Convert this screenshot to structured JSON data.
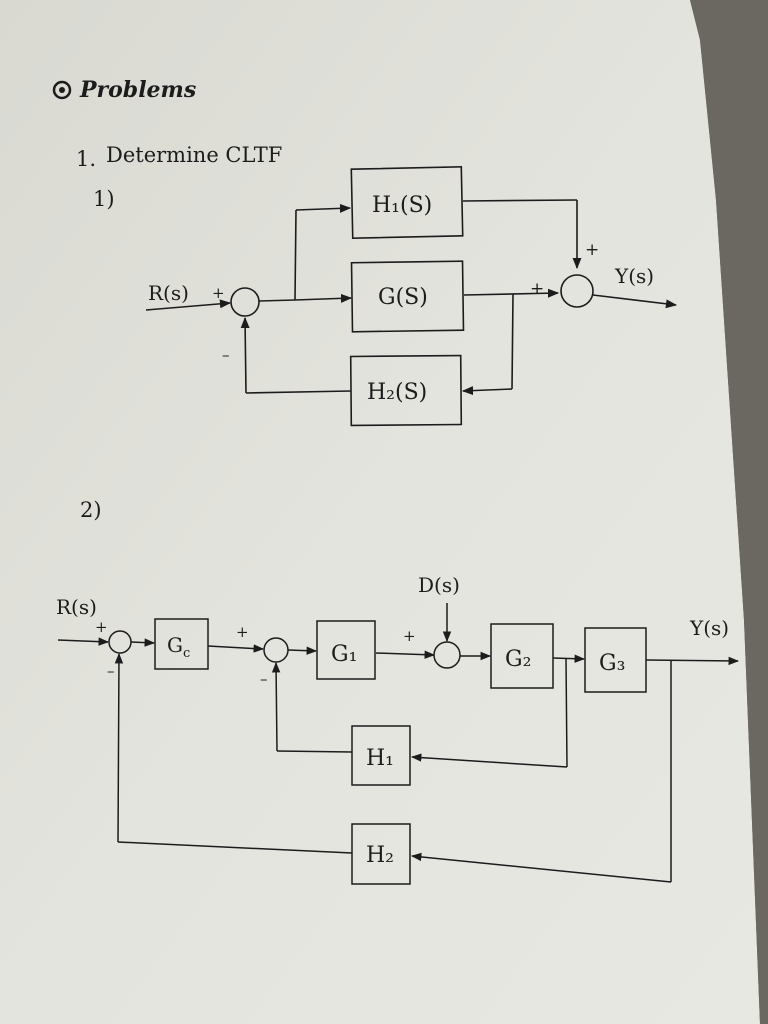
{
  "section": {
    "icon": "circled-dot-icon",
    "title": "Problems"
  },
  "problem": {
    "number": "1.",
    "text": "Determine CLTF"
  },
  "diagram1": {
    "label": "1)",
    "input": "R(s)",
    "output": "Y(s)",
    "blocks": {
      "h1": "H₁(S)",
      "g": "G(S)",
      "h2": "H₂(S)"
    },
    "signs": {
      "sum1_in": "+",
      "sum1_fb": "–",
      "sum2_top": "+",
      "sum2_left": "+"
    }
  },
  "diagram2": {
    "label": "2)",
    "input": "R(s)",
    "output": "Y(s)",
    "disturbance": "D(s)",
    "blocks": {
      "gc": "G",
      "gc_sub": "c",
      "g1": "G₁",
      "g2": "G₂",
      "g3": "G₃",
      "h1": "H₁",
      "h2": "H₂"
    },
    "signs": {
      "s1_in": "+",
      "s1_fb": "–",
      "s2_in": "+",
      "s2_fb": "–",
      "s3_in": "+"
    }
  },
  "colors": {
    "paper": "#e3e3dd",
    "ink": "#1c1c1c",
    "background": "#6e6a64"
  }
}
